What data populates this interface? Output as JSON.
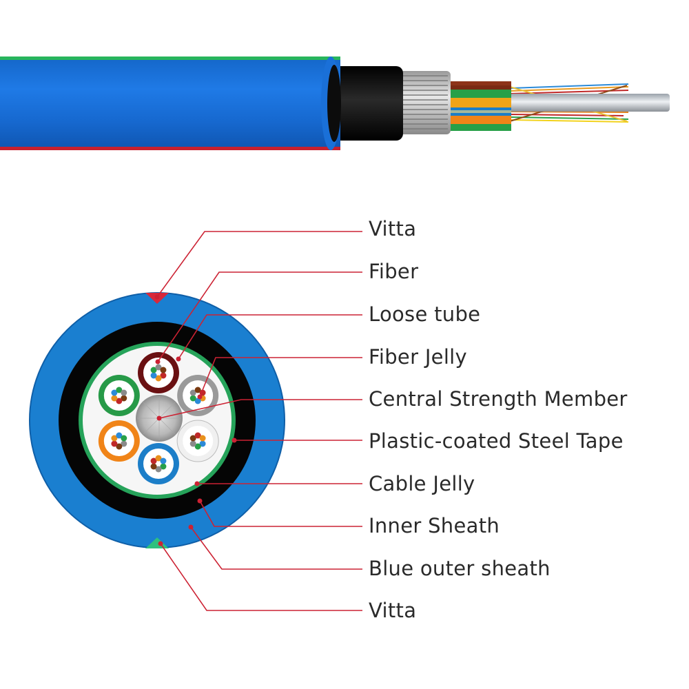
{
  "labels": [
    {
      "id": "vitta-top",
      "text": "Vitta"
    },
    {
      "id": "fiber",
      "text": "Fiber"
    },
    {
      "id": "loose-tube",
      "text": "Loose tube"
    },
    {
      "id": "fiber-jelly",
      "text": "Fiber Jelly"
    },
    {
      "id": "central-strength-member",
      "text": "Central Strength Member"
    },
    {
      "id": "steel-tape",
      "text": "Plastic-coated Steel Tape"
    },
    {
      "id": "cable-jelly",
      "text": "Cable Jelly"
    },
    {
      "id": "inner-sheath",
      "text": "Inner Sheath"
    },
    {
      "id": "outer-sheath",
      "text": "Blue outer sheath"
    },
    {
      "id": "vitta-bottom",
      "text": "Vitta"
    }
  ],
  "colors": {
    "outer_sheath": "#1a7fd0",
    "inner_sheath": "#0a0a0a",
    "steel_tape": "#26a35a",
    "cable_jelly": "#f6f6f6",
    "leader_line": "#cc2233",
    "vitta_top": "#d8283a",
    "vitta_bottom": "#2fc07e",
    "label_text": "#2a2a2a",
    "tubes": [
      "#6a1012",
      "#9a9a9a",
      "#f0f0f0",
      "#1c7ec8",
      "#f08418",
      "#279a48"
    ]
  }
}
